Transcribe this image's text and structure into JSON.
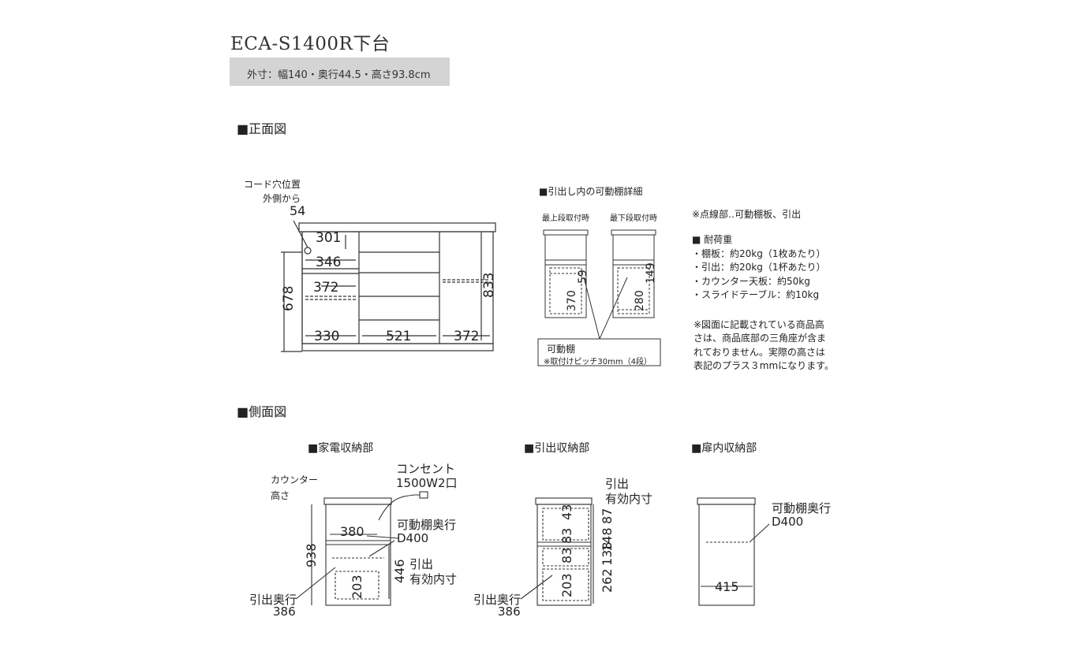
{
  "title": "ECA-S1400R下台",
  "dimensions": "外寸：幅140・奥行44.5・高さ93.8cm",
  "front": {
    "heading": "■正面図",
    "cord_hole_label": "コード穴位置",
    "cord_hole_sub": "外側から",
    "cord_hole_value": "54",
    "dims": {
      "d301": "301",
      "d346": "346",
      "d372": "372",
      "d678": "678",
      "d833": "833",
      "d330": "330",
      "d521": "521",
      "d372b": "372"
    }
  },
  "detail": {
    "heading": "■引出し内の可動棚詳細",
    "top_label": "最上段取付時",
    "bottom_label": "最下段取付時",
    "dims": {
      "d370": "370",
      "d59": "59",
      "d280": "280",
      "d149": "149"
    },
    "callout_title": "可動棚",
    "callout_sub": "※取付けピッチ30mm（4段）"
  },
  "notes": {
    "dotted": "※点線部‥可動棚板、引出",
    "load_heading": "■ 耐荷重",
    "load_items": [
      "・棚板：約20kg（1枚あたり）",
      "・引出：約20kg（1杯あたり）",
      "・カウンター天板：約50kg",
      "・スライドテーブル：約10kg"
    ],
    "height_note": [
      "※図面に記載されている商品高",
      "さは、商品底部の三角座が含ま",
      "れておりません。実際の高さは",
      "表記のプラス３mmになります。"
    ]
  },
  "side": {
    "heading": "■側面図",
    "appliance": {
      "heading": "■家電収納部",
      "counter_label": "カウンター",
      "counter_label2": "高さ",
      "outlet_label": "コンセント",
      "outlet_label2": "1500W2口",
      "shelf_depth_label": "可動棚奥行",
      "shelf_depth_value": "D400",
      "drawer_label": "引出",
      "drawer_label2": "有効内寸",
      "drawer_depth_label": "引出奥行",
      "drawer_depth_value": "386",
      "dims": {
        "d380": "380",
        "d938": "938",
        "d446": "446",
        "d203": "203"
      }
    },
    "drawer": {
      "heading": "■引出収納部",
      "drawer_label": "引出",
      "drawer_label2": "有効内寸",
      "drawer_depth_label": "引出奥行",
      "drawer_depth_value": "386",
      "dims": {
        "d43": "43",
        "d87": "87",
        "d83a": "83",
        "d148": "148",
        "d83b": "83",
        "d138": "138",
        "d203": "203",
        "d262": "262"
      }
    },
    "door": {
      "heading": "■扉内収納部",
      "shelf_depth_label": "可動棚奥行",
      "shelf_depth_value": "D400",
      "dims": {
        "d415": "415"
      }
    }
  }
}
